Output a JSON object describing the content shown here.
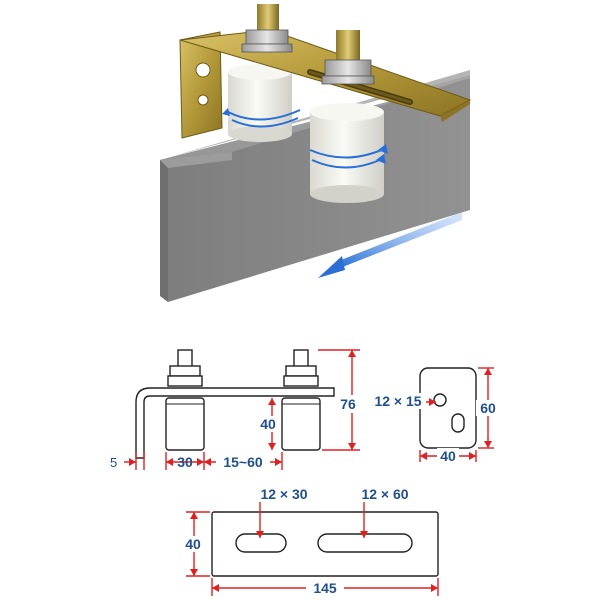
{
  "colors": {
    "dimension_line": "#e02020",
    "dimension_text": "#1f4f8c",
    "bracket_brass": "#b59a3a",
    "track_grey": "#8f8f8f",
    "roller_white": "#f2f2ec",
    "motion_arrow": "#2a6fd6"
  },
  "side_view": {
    "dim_bracket_thickness": "5",
    "dim_roller_width": "30",
    "dim_roller_spacing": "15~60",
    "dim_roller_height": "40",
    "dim_total_height": "76"
  },
  "end_view": {
    "dim_slot": "12 × 15",
    "dim_width": "40",
    "dim_height": "60"
  },
  "top_view": {
    "dim_slot_left": "12 × 30",
    "dim_slot_right": "12 × 60",
    "dim_height": "40",
    "dim_length": "145"
  }
}
